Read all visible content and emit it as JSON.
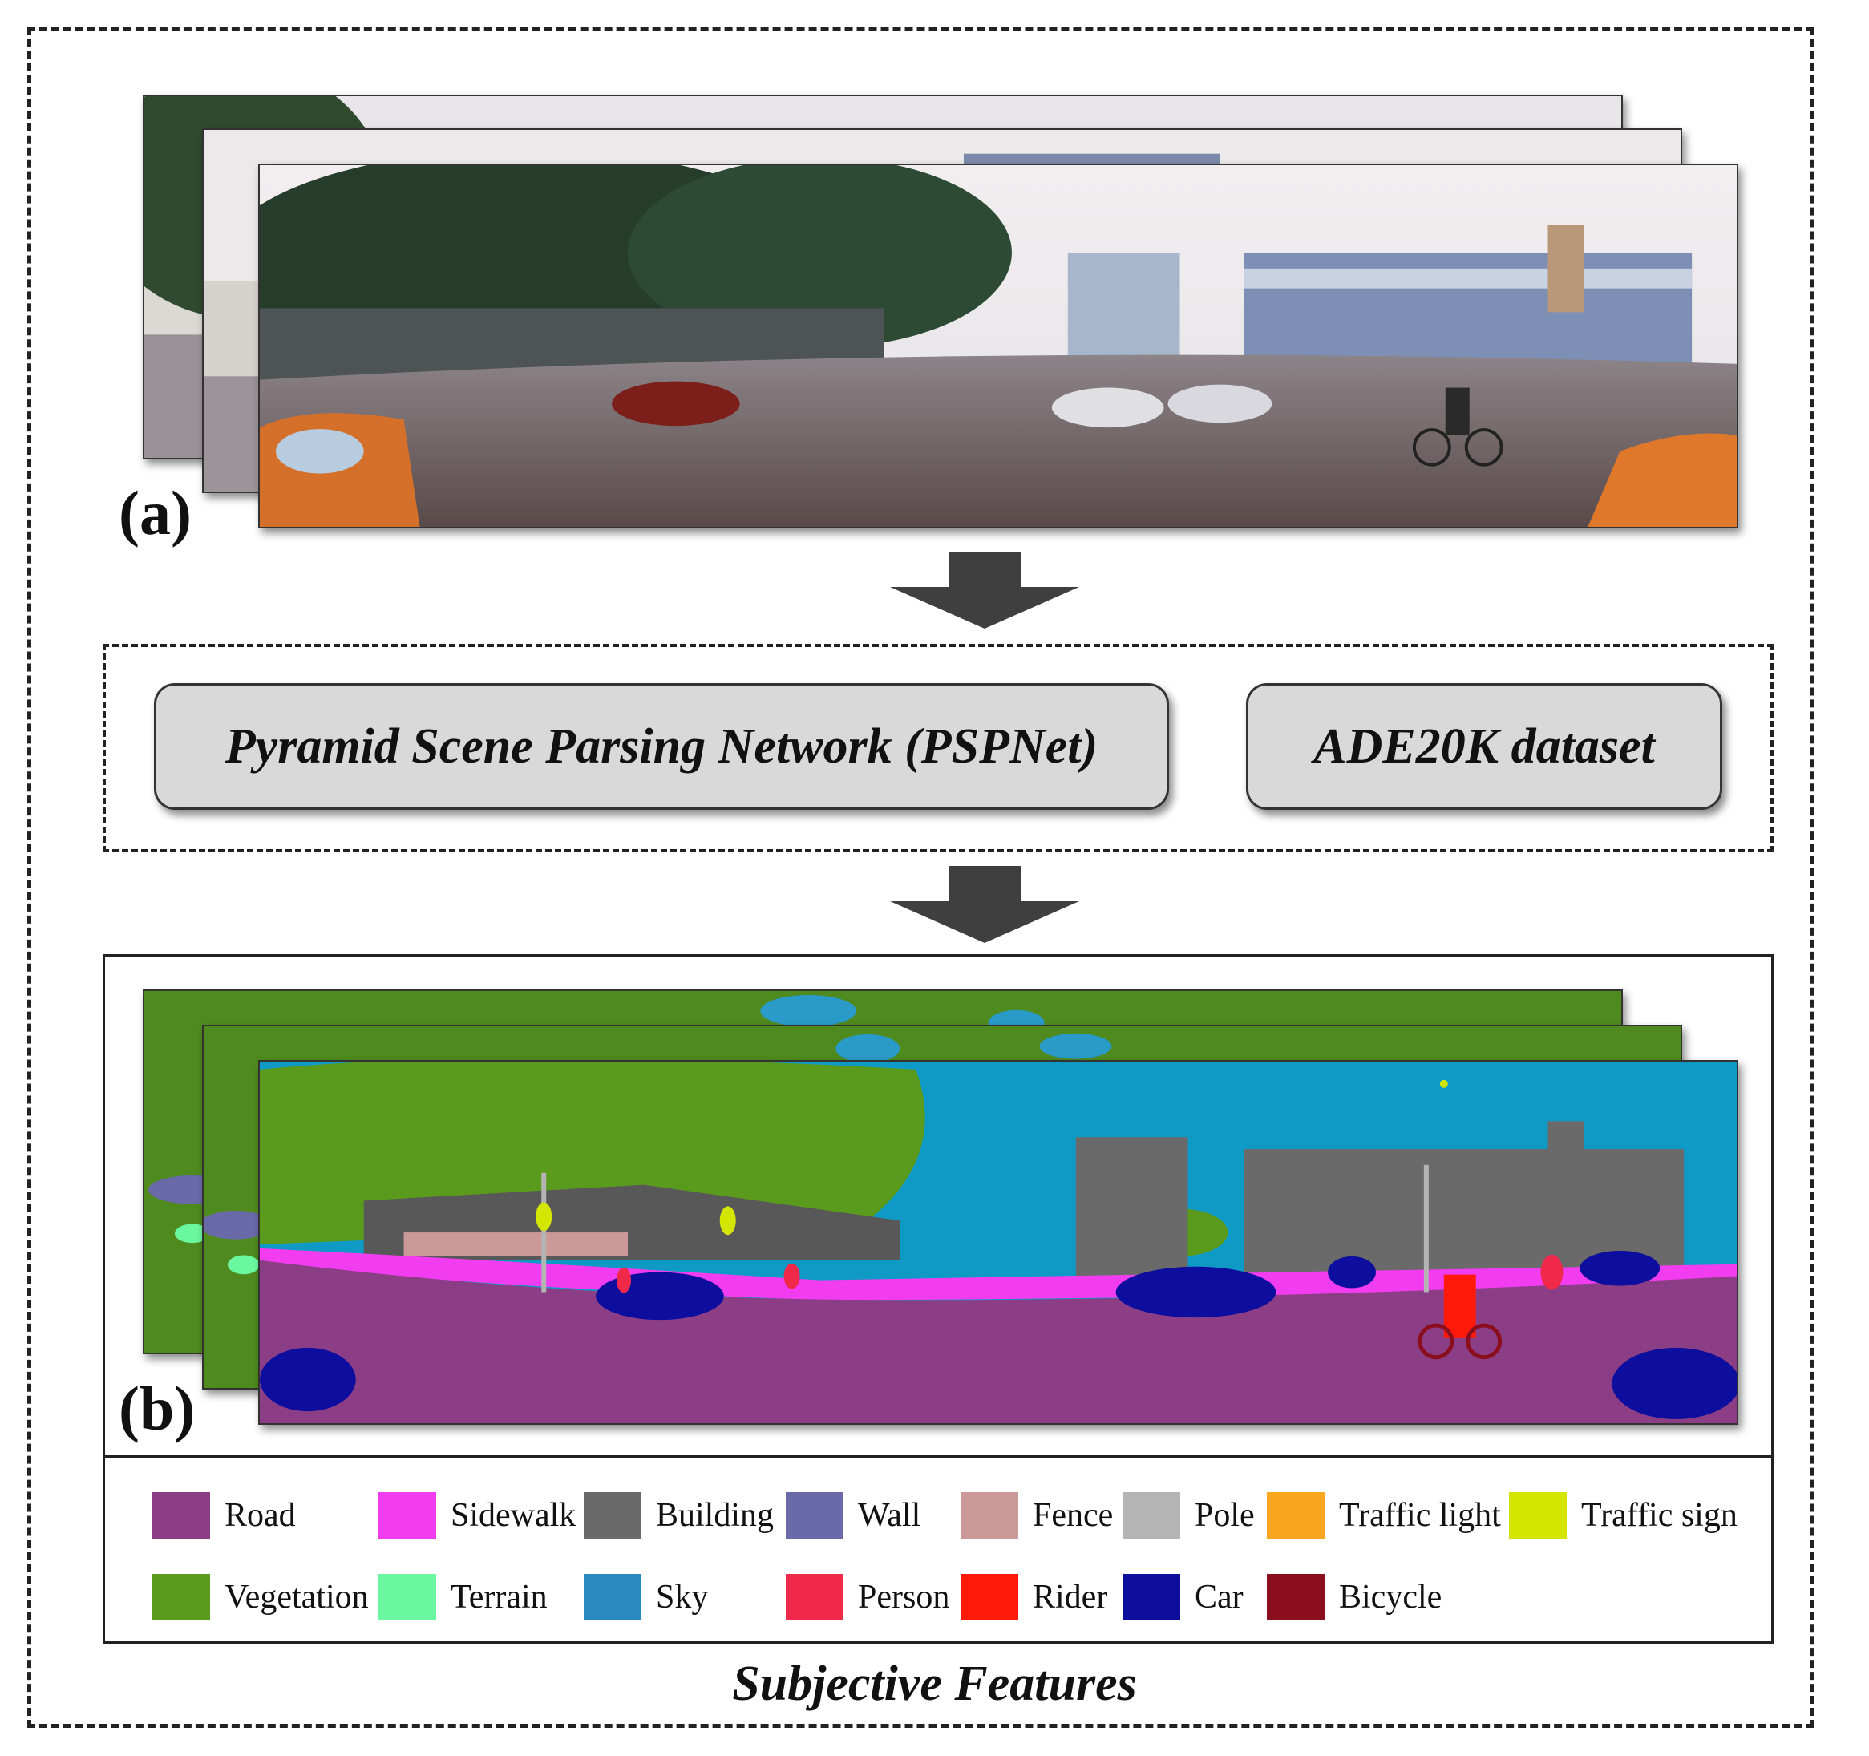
{
  "panel_a": {
    "label": "(a)"
  },
  "panel_b": {
    "label": "(b)"
  },
  "method": {
    "network_label": "Pyramid Scene Parsing Network (PSPNet)",
    "dataset_label": "ADE20K dataset"
  },
  "legend": [
    {
      "name": "Road",
      "color": "#8b3e86"
    },
    {
      "name": "Sidewalk",
      "color": "#f23cf0"
    },
    {
      "name": "Building",
      "color": "#6a6a6a"
    },
    {
      "name": "Wall",
      "color": "#6a6aa8"
    },
    {
      "name": "Fence",
      "color": "#cc9999"
    },
    {
      "name": "Pole",
      "color": "#b4b4b4"
    },
    {
      "name": "Traffic light",
      "color": "#faa61e"
    },
    {
      "name": "Traffic sign",
      "color": "#d4e600"
    },
    {
      "name": "Vegetation",
      "color": "#5a9a1c"
    },
    {
      "name": "Terrain",
      "color": "#6bf7a0"
    },
    {
      "name": "Sky",
      "color": "#2a8ac0"
    },
    {
      "name": "Person",
      "color": "#f0284a"
    },
    {
      "name": "Rider",
      "color": "#ff1a0a"
    },
    {
      "name": "Car",
      "color": "#0e0e9e"
    },
    {
      "name": "Bicycle",
      "color": "#8b0e1e"
    }
  ],
  "footer": {
    "title": "Subjective Features"
  }
}
